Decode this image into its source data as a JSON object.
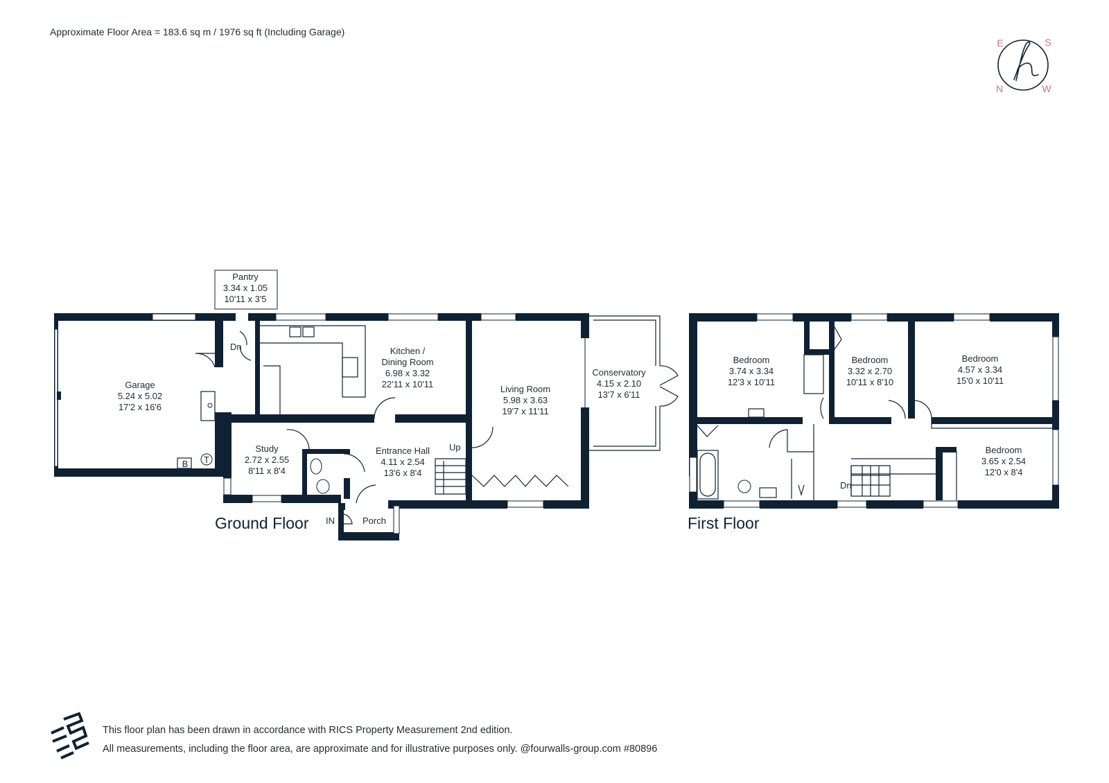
{
  "header": {
    "area_note": "Approximate Floor Area = 183.6 sq m / 1976 sq ft (Including Garage)"
  },
  "compass": {
    "e": "E",
    "s": "S",
    "n": "N",
    "w": "W",
    "color": "#c8747a"
  },
  "floors": {
    "ground": "Ground Floor",
    "first": "First Floor"
  },
  "rooms": {
    "pantry": {
      "name": "Pantry",
      "metric": "3.34 x 1.05",
      "imperial": "10'11 x 3'5"
    },
    "garage": {
      "name": "Garage",
      "metric": "5.24 x 5.02",
      "imperial": "17'2 x 16'6"
    },
    "kitchen": {
      "name1": "Kitchen /",
      "name2": "Dining Room",
      "metric": "6.98 x 3.32",
      "imperial": "22'11 x 10'11"
    },
    "living": {
      "name": "Living Room",
      "metric": "5.98 x 3.63",
      "imperial": "19'7 x 11'11"
    },
    "conservatory": {
      "name": "Conservatory",
      "metric": "4.15 x 2.10",
      "imperial": "13'7 x 6'11"
    },
    "study": {
      "name": "Study",
      "metric": "2.72 x 2.55",
      "imperial": "8'11 x 8'4"
    },
    "hall": {
      "name": "Entrance Hall",
      "metric": "4.11 x 2.54",
      "imperial": "13'6 x 8'4"
    },
    "porch": {
      "name": "Porch"
    },
    "bed1": {
      "name": "Bedroom",
      "metric": "3.74 x 3.34",
      "imperial": "12'3 x 10'11"
    },
    "bed2": {
      "name": "Bedroom",
      "metric": "3.32 x 2.70",
      "imperial": "10'11 x 8'10"
    },
    "bed3": {
      "name": "Bedroom",
      "metric": "4.57 x 3.34",
      "imperial": "15'0 x 10'11"
    },
    "bed4": {
      "name": "Bedroom",
      "metric": "3.65 x 2.54",
      "imperial": "12'0 x 8'4"
    }
  },
  "markers": {
    "dn_ground": "Dn",
    "up": "Up",
    "in": "IN",
    "boiler": "B",
    "tank": "T",
    "dn_first": "Dn"
  },
  "footer": {
    "line1": "This floor plan has been drawn in accordance with RICS Property Measurement 2nd edition.",
    "line2": "All measurements, including the floor area, are approximate and for illustrative purposes only. @fourwalls-group.com #80896"
  }
}
